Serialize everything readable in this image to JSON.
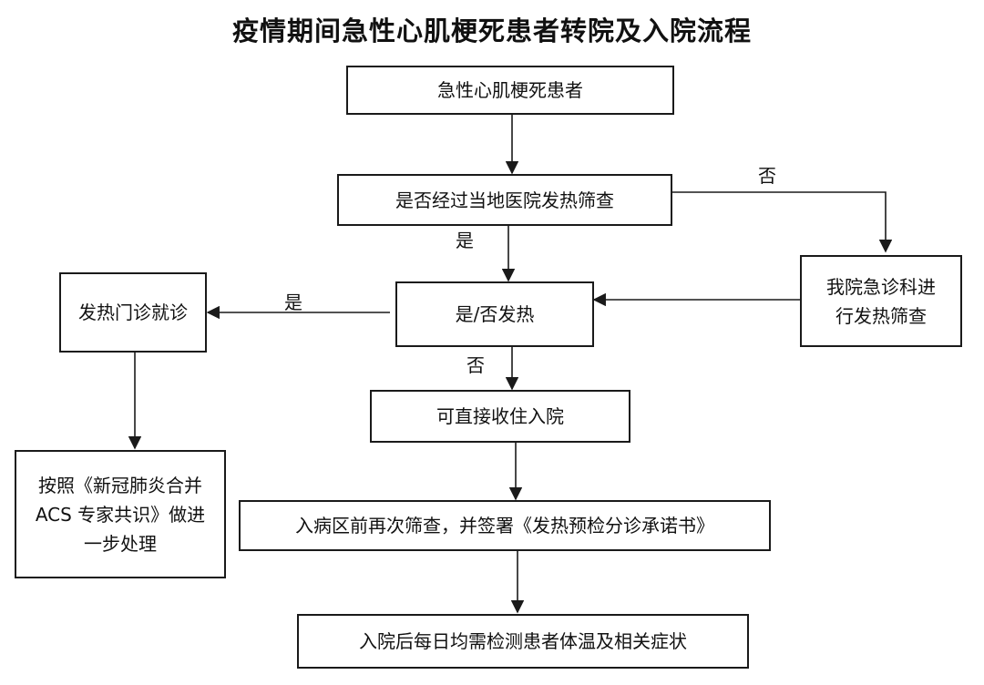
{
  "title": "疫情期间急性心肌梗死患者转院及入院流程",
  "nodes": {
    "start": "急性心肌梗死患者",
    "local_screen": "是否经过当地医院发热筛查",
    "fever": "是/否发热",
    "clinic": "发热门诊就诊",
    "er_screen": "我院急诊科进行发热筛查",
    "consensus": "按照《新冠肺炎合并 ACS 专家共识》做进一步处理",
    "admit": "可直接收住入院",
    "rescreen": "入病区前再次筛查，并签署《发热预检分诊承诺书》",
    "monitor": "入院后每日均需检测患者体温及相关症状"
  },
  "labels": {
    "local_no": "否",
    "local_yes": "是",
    "fever_yes": "是",
    "fever_no": "否"
  }
}
